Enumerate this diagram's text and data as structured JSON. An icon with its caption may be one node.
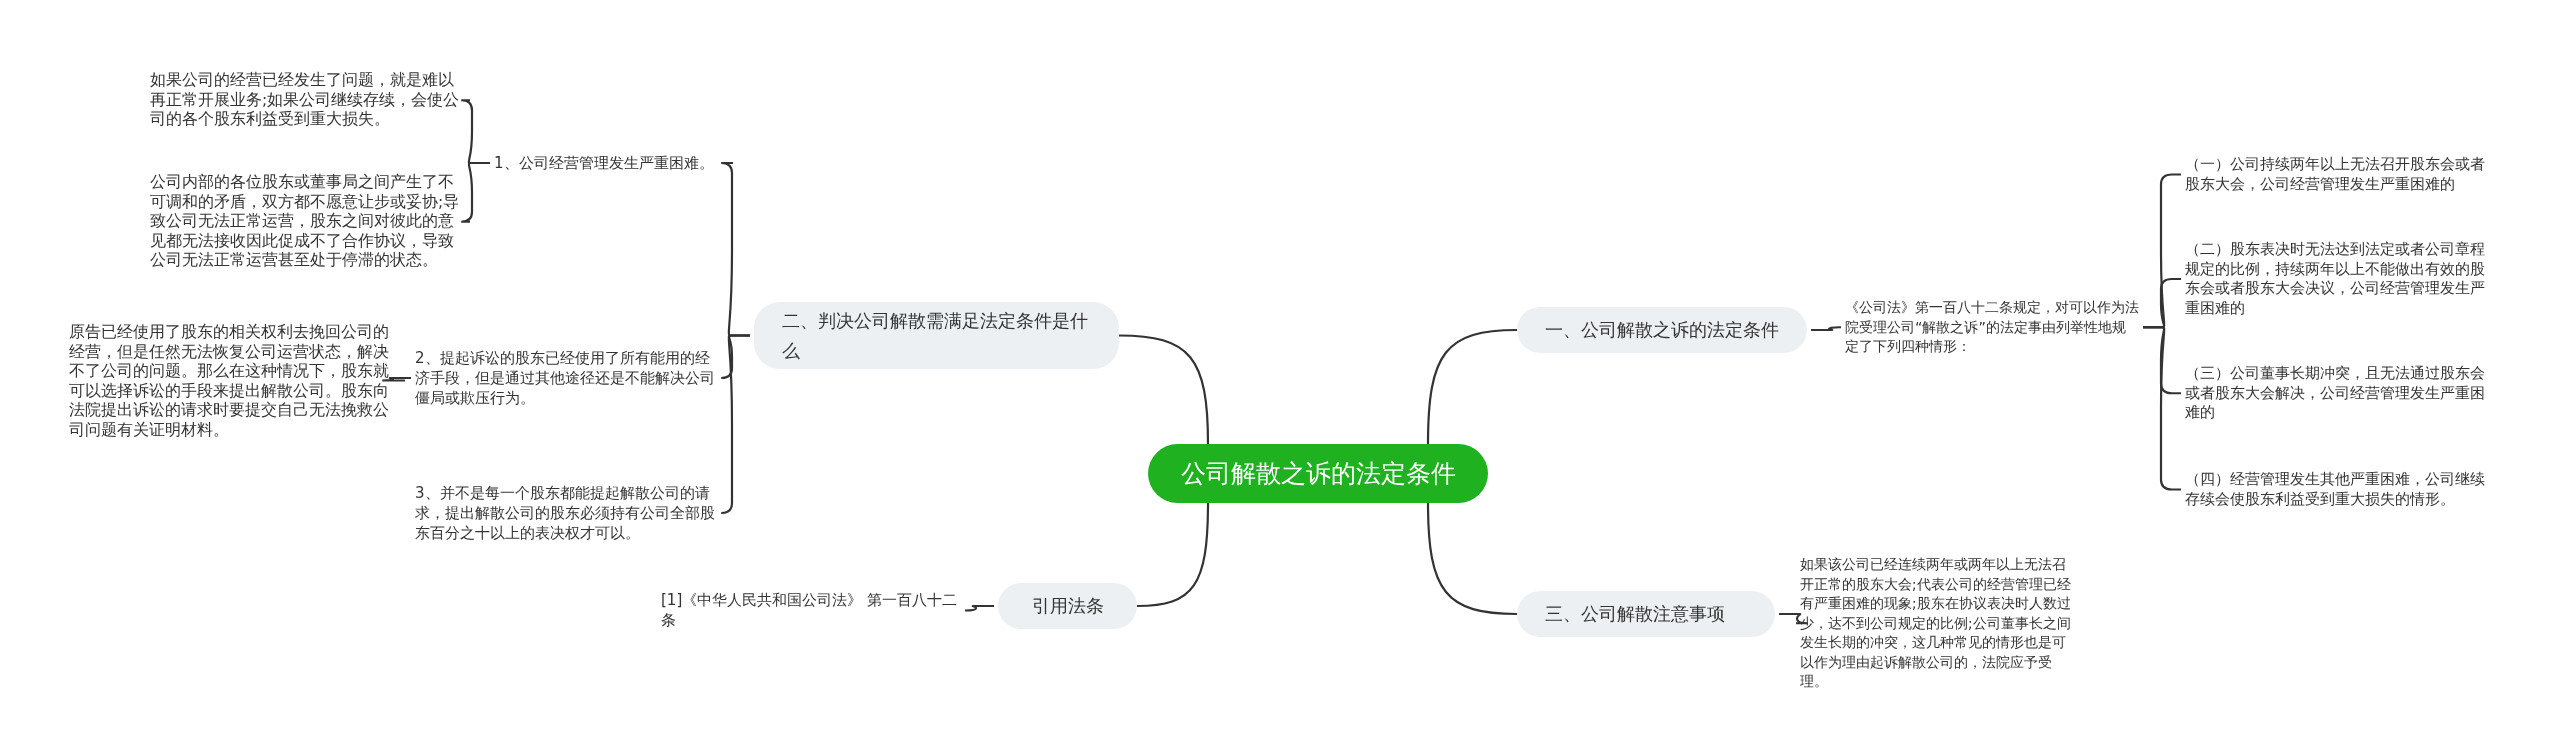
{
  "diagram": {
    "nodes": [
      {
        "text": [
          "公司解散之诉的法定条件"
        ]
      },
      {
        "text": [
          "一、公司解散之诉的法定条件"
        ]
      },
      {
        "text": [
          "《公司法》第一百八十二条规定，对可以作为法院受理公司“解散之诉”的法定事由列举性地规定了下列四种情形："
        ]
      },
      {
        "text": [
          "（一）公司持续两年以上无法召开股东会或者股东大会，公司经营管理发生严重困难的"
        ]
      },
      {
        "text": [
          "（二）股东表决时无法达到法定或者公司章程规定的比例，持续两年以上不能做出有效的股东会或者股东大会决议，公司经营管理发生严重困难的"
        ]
      },
      {
        "text": [
          "（三）公司董事长期冲突，且无法通过股东会或者股东大会解决，公司经营管理发生严重困难的"
        ]
      },
      {
        "text": [
          "（四）经营管理发生其他严重困难，公司继续存续会使股东利益受到重大损失的情形。"
        ]
      },
      {
        "text": [
          "二、判决公司解散需满足法定条件是什么"
        ]
      },
      {
        "text": [
          "1、公司经营管理发生严重困难。"
        ]
      },
      {
        "text": [
          "如果公司的经营已经发生了问题，就是难以再正常开展业务;如果公司继续存续，会使公司的各个股东利益受到重大损失。"
        ]
      },
      {
        "text": [
          "公司内部的各位股东或董事局之间产生了不可调和的矛盾，双方都不愿意让步或妥协;导致公司无法正常运营，股东之间对彼此的意见都无法接收因此促成不了合作协议，导致公司无法正常运营甚至处于停滞的状态。"
        ]
      },
      {
        "text": [
          "2、提起诉讼的股东已经使用了所有能用的经济手段，但是通过其他途径还是不能解决公司僵局或欺压行为。"
        ]
      },
      {
        "text": [
          "原告已经使用了股东的相关权利去挽回公司的经营，但是任然无法恢复公司运营状态，解决不了公司的问题。那么在这种情况下，股东就可以选择诉讼的手段来提出解散公司。股东向法院提出诉讼的请求时要提交自己无法挽救公司问题有关证明材料。"
        ]
      },
      {
        "text": [
          "3、并不是每一个股东都能提起解散公司的请求，提出解散公司的股东必须持有公司全部股东百分之十以上的表决权才可以。"
        ]
      },
      {
        "text": [
          "三、公司解散注意事项"
        ]
      },
      {
        "text": [
          "如果该公司已经连续两年或两年以上无法召开正常的股东大会;代表公司的经营管理已经有严重困难的现象;股东在协议表决时人数过少，达不到公司规定的比例;公司董事长之间发生长期的冲突，这几种常见的情形也是可以作为理由起诉解散公司的，法院应予受理。"
        ]
      },
      {
        "text": [
          "引用法条"
        ]
      },
      {
        "text": [
          "[1]《中华人民共和国公司法》 第一百八十二条"
        ]
      }
    ],
    "edges": [
      {
        "from": 0,
        "to": 1,
        "arrow": "none"
      },
      {
        "from": 1,
        "to": 2,
        "arrow": "none"
      },
      {
        "from": 2,
        "to": 3,
        "arrow": "none"
      },
      {
        "from": 2,
        "to": 4,
        "arrow": "none"
      },
      {
        "from": 2,
        "to": 5,
        "arrow": "none"
      },
      {
        "from": 2,
        "to": 6,
        "arrow": "none"
      },
      {
        "from": 0,
        "to": 7,
        "arrow": "none"
      },
      {
        "from": 7,
        "to": 8,
        "arrow": "none"
      },
      {
        "from": 8,
        "to": 9,
        "arrow": "none"
      },
      {
        "from": 8,
        "to": 10,
        "arrow": "none"
      },
      {
        "from": 7,
        "to": 11,
        "arrow": "none"
      },
      {
        "from": 11,
        "to": 12,
        "arrow": "none"
      },
      {
        "from": 7,
        "to": 13,
        "arrow": "none"
      },
      {
        "from": 0,
        "to": 14,
        "arrow": "none"
      },
      {
        "from": 14,
        "to": 15,
        "arrow": "none"
      },
      {
        "from": 0,
        "to": 16,
        "arrow": "none"
      },
      {
        "from": 16,
        "to": 17,
        "arrow": "none"
      }
    ]
  }
}
